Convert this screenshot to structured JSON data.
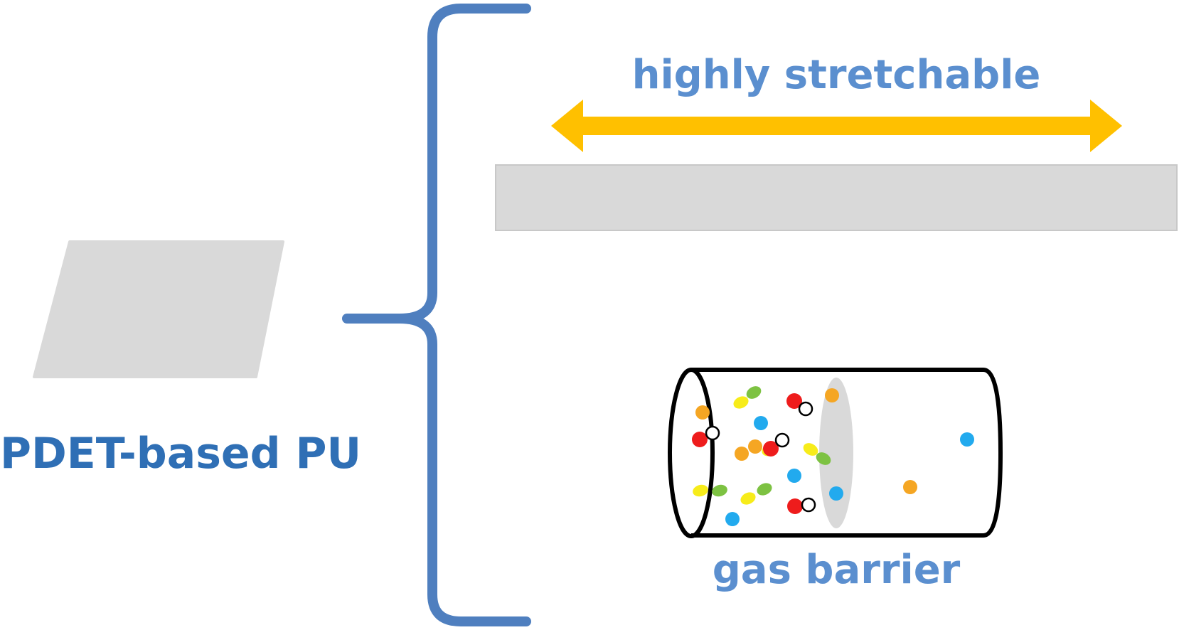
{
  "labels": {
    "material": "PDET-based PU",
    "property_top": "highly stretchable",
    "property_bottom": "gas barrier"
  },
  "colors": {
    "brace": "#4f7fbf",
    "material_label": "#2f6fb5",
    "property_label": "#5b8fcf",
    "arrow": "#ffc000",
    "film": "#d9d9d9",
    "film_edge": "#c8c8c8",
    "cylinder_outline": "#000000",
    "molecule_red": "#ee1c1c",
    "molecule_orange": "#f5a623",
    "molecule_yellow": "#f7ec1a",
    "molecule_green": "#7dc242",
    "molecule_blue": "#22aaee"
  },
  "icons": {
    "sheet": "material-sheet-icon",
    "brace": "curly-brace-icon",
    "arrow": "double-arrow-icon",
    "film": "stretched-film-icon",
    "cylinder": "gas-cylinder-icon"
  }
}
